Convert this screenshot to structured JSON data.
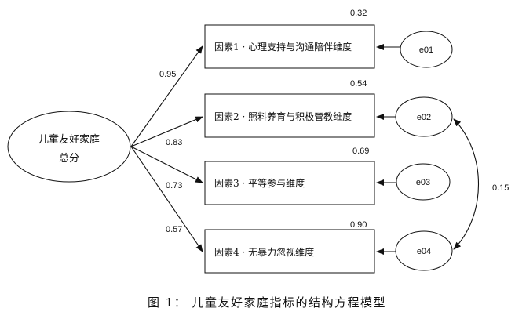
{
  "root": {
    "line1": "儿童友好家庭",
    "line2": "总分"
  },
  "factors": [
    {
      "label": "因素1 · 心理支持与沟通陪伴维度",
      "r2": "0.32",
      "loading": "0.95",
      "error": "e01"
    },
    {
      "label": "因素2 · 照料养育与积极管教维度",
      "r2": "0.54",
      "loading": "0.83",
      "error": "e02"
    },
    {
      "label": "因素3 · 平等参与维度",
      "r2": "0.69",
      "loading": "0.73",
      "error": "e03"
    },
    {
      "label": "因素4 · 无暴力忽视维度",
      "r2": "0.90",
      "loading": "0.57",
      "error": "e04"
    }
  ],
  "covariance": {
    "between": [
      "e02",
      "e04"
    ],
    "value": "0.15"
  },
  "caption": "图 1： 儿童友好家庭指标的结构方程模型"
}
